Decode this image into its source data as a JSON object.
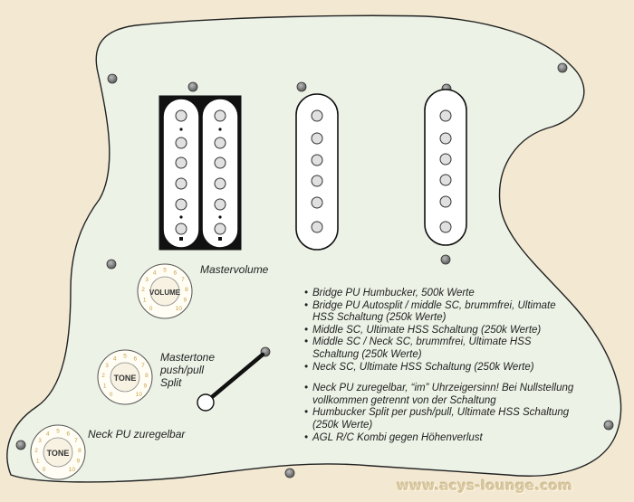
{
  "labels": {
    "master_volume": "Mastervolume",
    "master_tone": [
      "Mastertone",
      "push/pull",
      "Split"
    ],
    "neck_pu": "Neck PU zuregelbar"
  },
  "knobs": {
    "volume": "VOLUME",
    "tone": "TONE",
    "neck_tone": "TONE",
    "scale": [
      "0",
      "1",
      "2",
      "3",
      "4",
      "5",
      "6",
      "7",
      "8",
      "9",
      "10"
    ]
  },
  "notes": {
    "group1": [
      "Bridge PU Humbucker, 500k Werte",
      "Bridge PU Autosplit / middle SC, brummfrei, Ultimate HSS Schaltung (250k Werte)",
      "Middle SC, Ultimate HSS Schaltung (250k Werte)",
      "Middle SC / Neck SC, brummfrei, Ultimate HSS Schaltung (250k Werte)",
      "Neck SC, Ultimate HSS Schaltung (250k Werte)"
    ],
    "group2": [
      "Neck PU zuregelbar, “im” Uhrzeigersinn! Bei Nullstellung vollkommen getrennt von der Schaltung",
      "Humbucker Split per push/pull, Ultimate HSS Schaltung (250k Werte)",
      "AGL R/C Kombi gegen Höhenverlust"
    ]
  },
  "watermark": "www.acys-lounge.com",
  "colors": {
    "pickguard": "#ecf2e6",
    "background": "#f3e9d3",
    "knob_gold": "#c8a04a",
    "outline": "#222222"
  }
}
